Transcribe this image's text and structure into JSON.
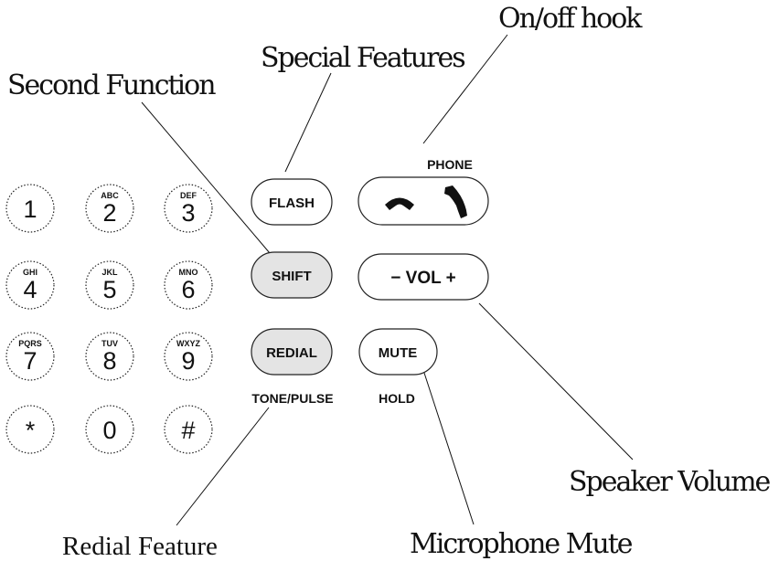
{
  "callouts": {
    "on_off_hook": "On/off hook",
    "special_features": "Special Features",
    "second_function": "Second Function",
    "speaker_volume": "Speaker Volume",
    "microphone_mute": "Microphone Mute",
    "redial_feature": "Redial Feature"
  },
  "buttons": {
    "flash": "FLASH",
    "shift": "SHIFT",
    "redial": "REDIAL",
    "mute": "MUTE",
    "volume": "− VOL +"
  },
  "labels": {
    "phone": "PHONE",
    "tone_pulse": "TONE/PULSE",
    "hold": "HOLD"
  },
  "keypad": [
    {
      "digit": "1",
      "letters": ""
    },
    {
      "digit": "2",
      "letters": "ABC"
    },
    {
      "digit": "3",
      "letters": "DEF"
    },
    {
      "digit": "4",
      "letters": "GHI"
    },
    {
      "digit": "5",
      "letters": "JKL"
    },
    {
      "digit": "6",
      "letters": "MNO"
    },
    {
      "digit": "7",
      "letters": "PQRS"
    },
    {
      "digit": "8",
      "letters": "TUV"
    },
    {
      "digit": "9",
      "letters": "WXYZ"
    },
    {
      "digit": "*",
      "letters": ""
    },
    {
      "digit": "0",
      "letters": ""
    },
    {
      "digit": "#",
      "letters": ""
    }
  ]
}
